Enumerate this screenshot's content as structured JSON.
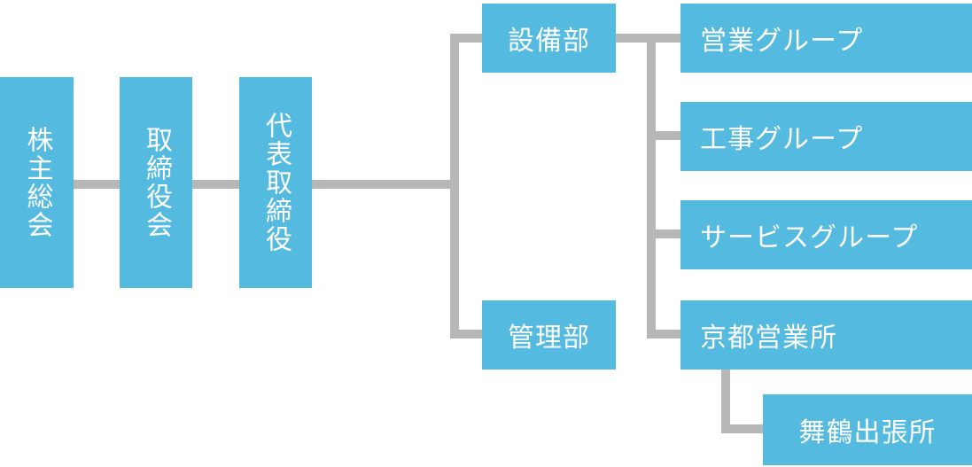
{
  "org_chart": {
    "shareholders": "株主総会",
    "board": "取締役会",
    "ceo": "代表取締役",
    "equipment_dept": "設備部",
    "management_dept": "管理部",
    "sales_group": "営業グループ",
    "construction_group": "工事グループ",
    "service_group": "サービスグループ",
    "kyoto_office": "京都営業所",
    "maizuru_branch": "舞鶴出張所"
  },
  "colors": {
    "box": "#55badf",
    "line": "#b7b7b7",
    "text": "#ffffff"
  }
}
